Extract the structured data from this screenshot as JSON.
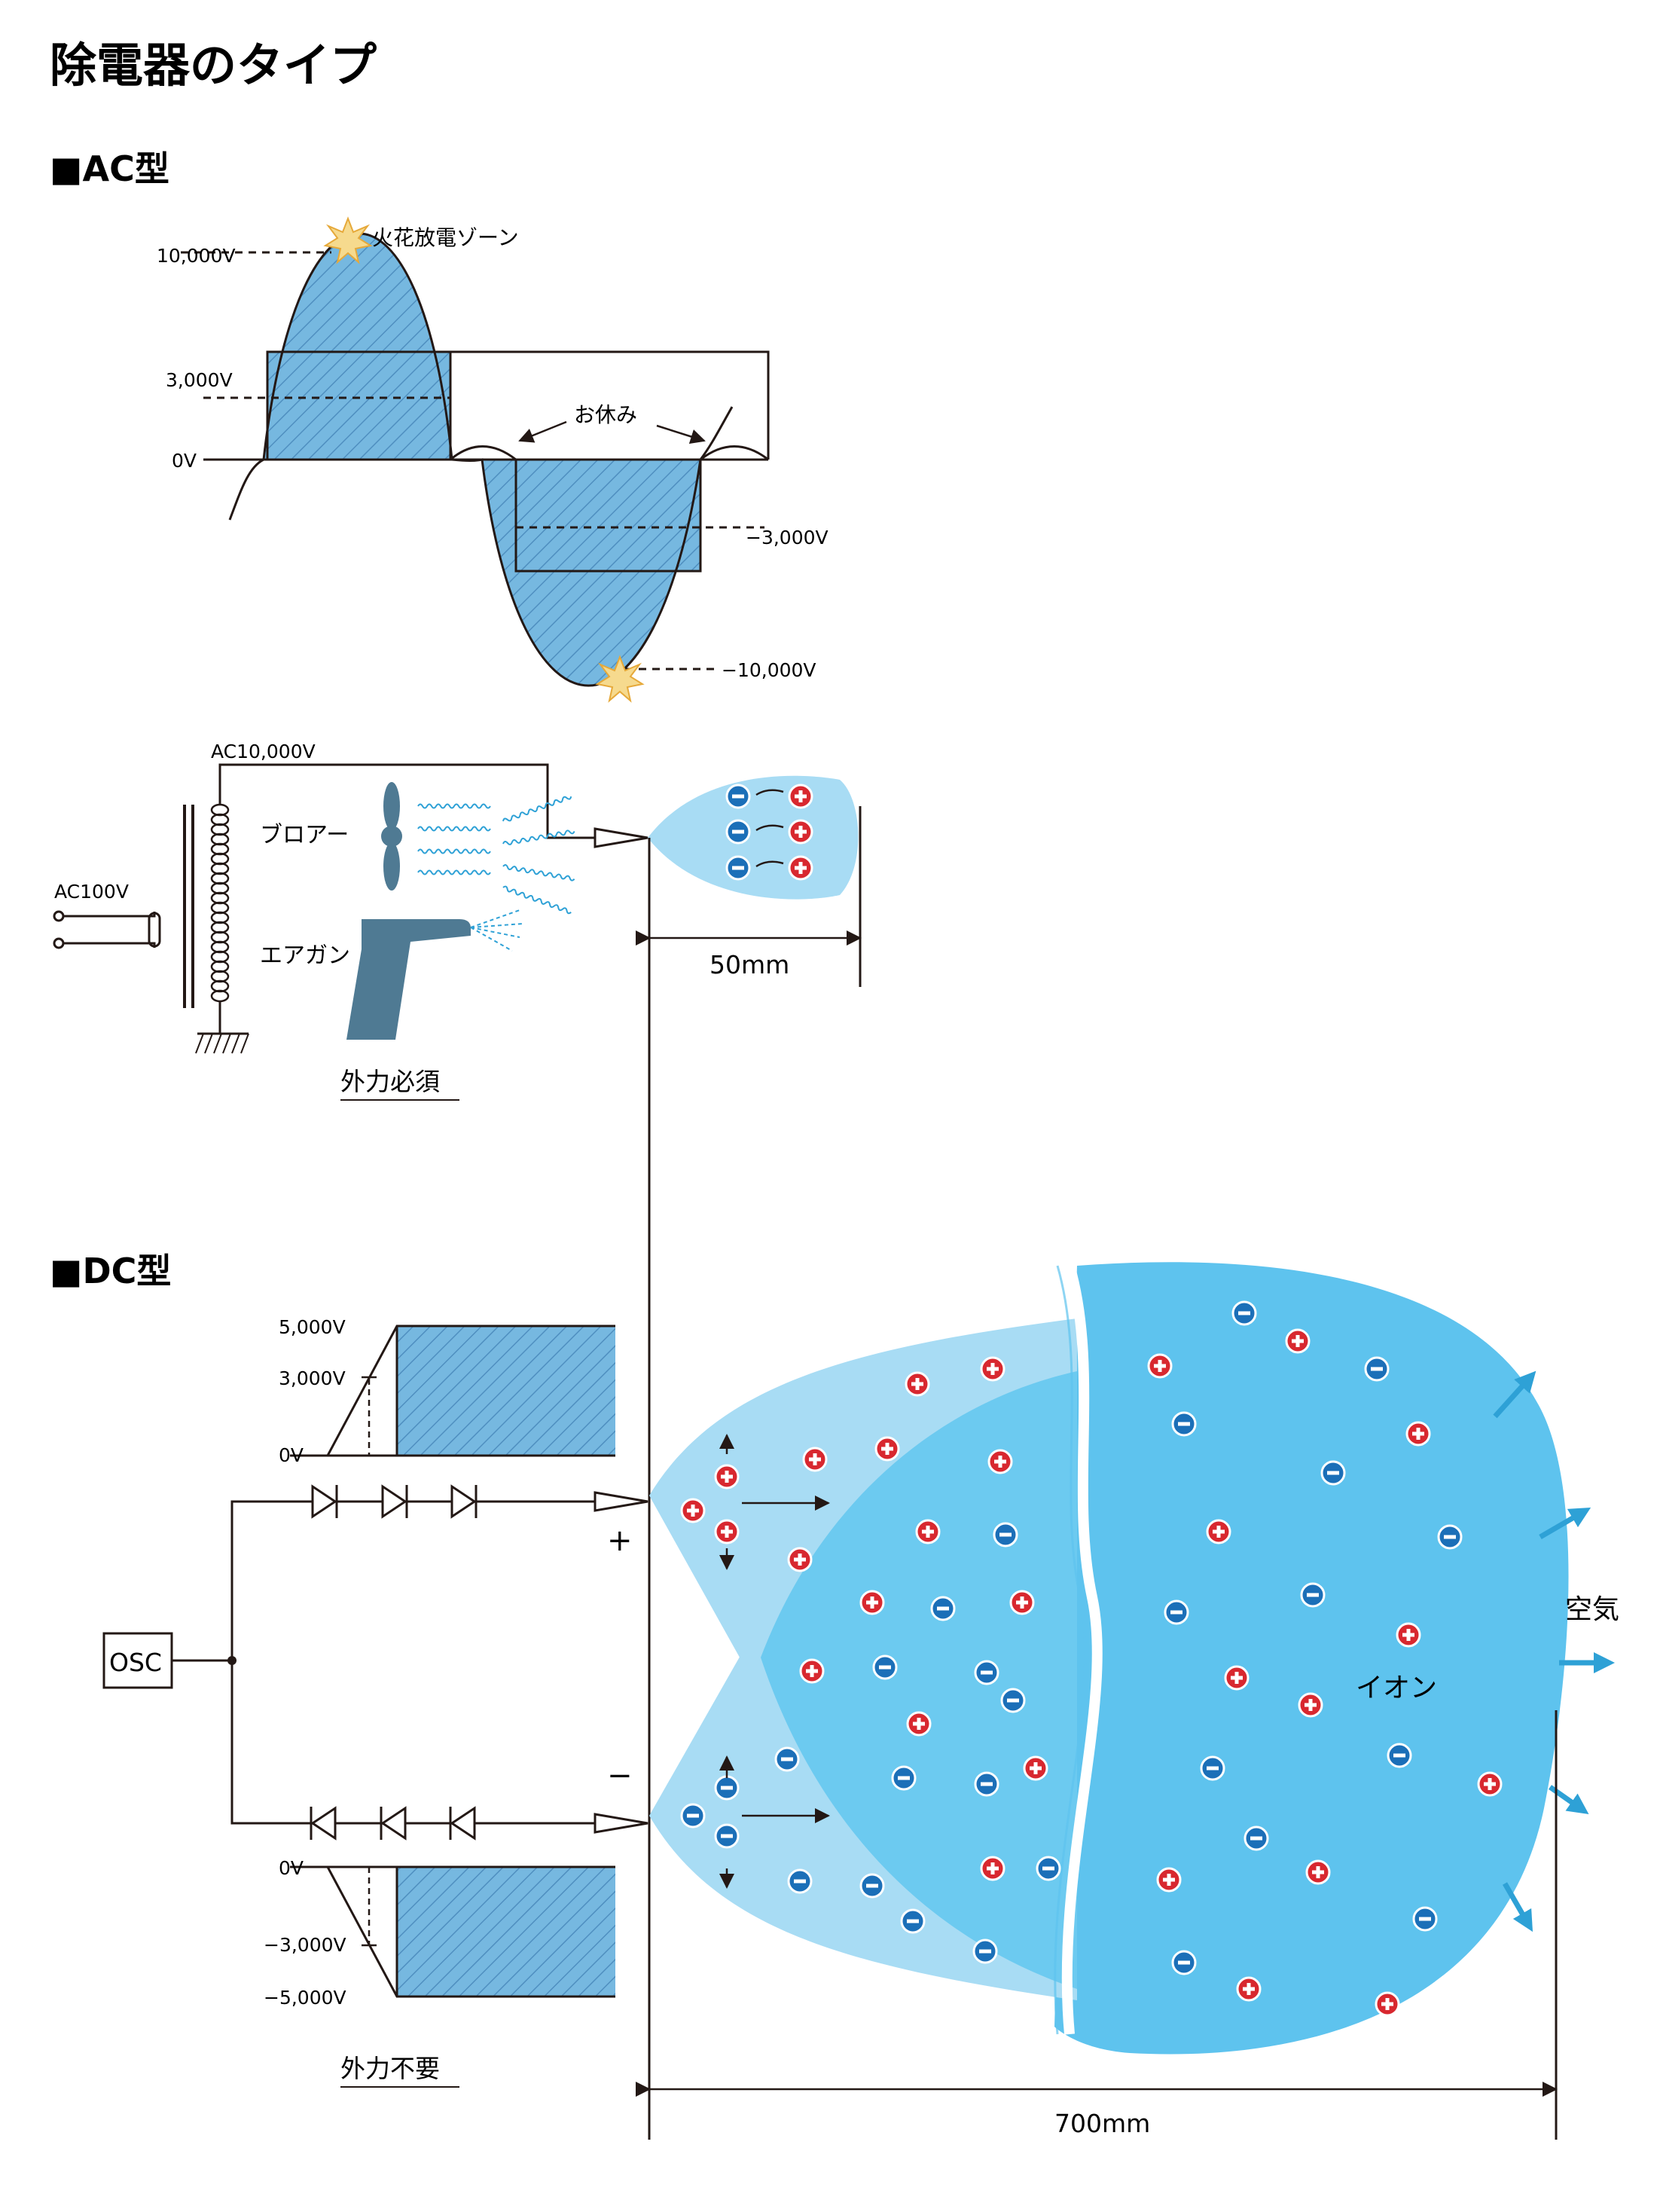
{
  "page": {
    "title": "除電器のタイプ"
  },
  "ac": {
    "heading": "■AC型",
    "labels": {
      "v_pos_10000": "10,000V",
      "v_pos_3000": "3,000V",
      "v_zero": "0V",
      "v_neg_3000": "−3,000V",
      "v_neg_10000": "−10,000V",
      "spark_zone": "火花放電ゾーン",
      "rest": "お休み",
      "supply_out": "AC10,000V",
      "supply_in": "AC100V",
      "blower": "ブロアー",
      "airgun": "エアガン",
      "distance": "50mm",
      "note": "外力必須"
    }
  },
  "dc": {
    "heading": "■DC型",
    "labels": {
      "v_pos_5000": "5,000V",
      "v_pos_3000": "3,000V",
      "v_zero_top": "0V",
      "v_zero_bottom": "0V",
      "v_neg_3000": "−3,000V",
      "v_neg_5000": "−5,000V",
      "osc": "OSC",
      "plus_sign": "+",
      "minus_sign": "−",
      "air": "空気",
      "ions": "イオン",
      "distance": "700mm",
      "note": "外力不要"
    }
  },
  "colors": {
    "line": "#231815",
    "hatch_fill": "#76b8e0",
    "hatch_line": "#4f8fc0",
    "cloud_light": "#a8dcf4",
    "cloud_mid": "#6ccaf0",
    "cloud_main": "#5ec3ee",
    "positive_ion": "#d8282f",
    "negative_ion": "#1b6fb8",
    "arrow": "#2ea1d6",
    "gun": "#4f7a93",
    "spark": "#f3c85c"
  }
}
